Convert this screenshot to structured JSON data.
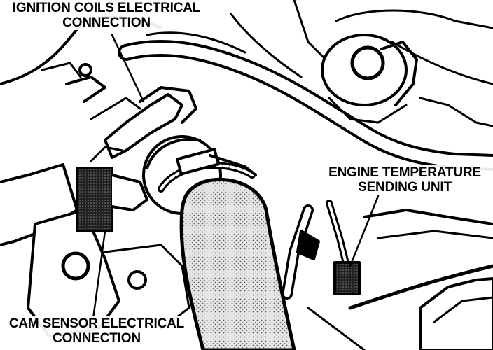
{
  "labels": {
    "ignition": {
      "line1": "IGNITION COILS ELECTRICAL",
      "line2": "CONNECTION"
    },
    "engine_temp": {
      "line1": "ENGINE TEMPERATURE",
      "line2": "SENDING UNIT"
    },
    "cam_sensor": {
      "line1": "CAM SENSOR ELECTRICAL",
      "line2": "CONNECTION"
    }
  },
  "colors": {
    "ink": "#000000",
    "paper": "#ffffff",
    "hose_fill": "#e2e2e2"
  }
}
